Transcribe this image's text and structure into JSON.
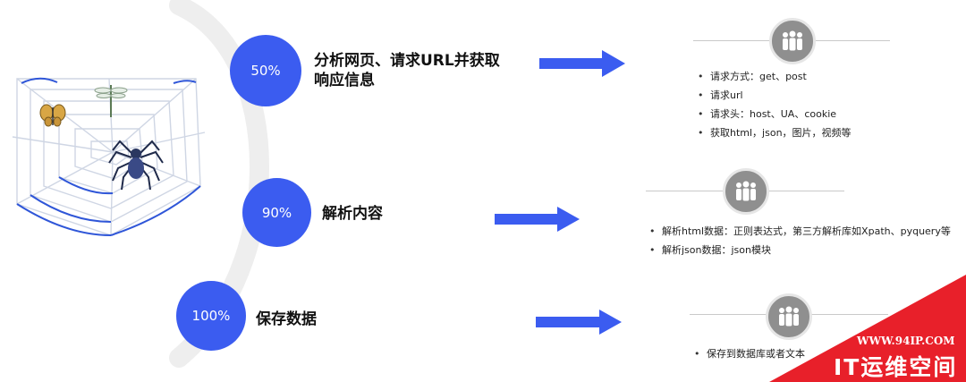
{
  "steps": [
    {
      "percent": "50%",
      "title_line1": "分析网页、请求URL并获取",
      "title_line2": "响应信息",
      "bullets": [
        "请求方式：get、post",
        "请求url",
        "请求头：host、UA、cookie",
        "获取html，json，图片，视频等"
      ]
    },
    {
      "percent": "90%",
      "title_line1": "解析内容",
      "bullets": [
        "解析html数据：正则表达式，第三方解析库如Xpath、pyquery等",
        "解析json数据：json模块"
      ]
    },
    {
      "percent": "100%",
      "title_line1": "保存数据",
      "bullets": [
        "保存到数据库或者文本"
      ]
    }
  ],
  "watermark": {
    "url": "WWW.94IP.COM",
    "name": "IT运维空间"
  },
  "colors": {
    "accent": "#3b5cf0",
    "badge": "#8f8f8f",
    "watermark": "#e8202a"
  },
  "icons": [
    "spider-web-illustration",
    "group-icon"
  ]
}
